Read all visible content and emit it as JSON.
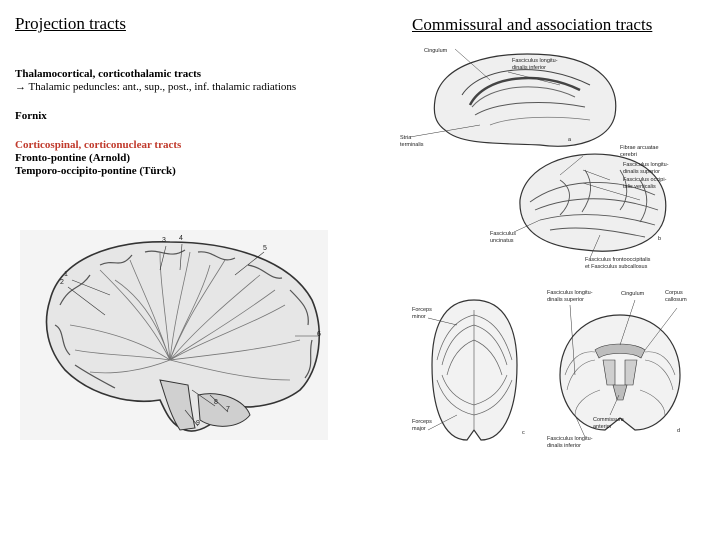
{
  "left": {
    "title": "Projection tracts",
    "line1": "Thalamocortical, corticothalamic tracts",
    "line2": "→ Thalamic peduncles:  ant., sup., post., inf. thalamic radiations",
    "line3": "Fornix",
    "line4": "Corticospinal, corticonuclear tracts",
    "line5": "Fronto-pontine (Arnold)",
    "line6": "Temporo-occipito-pontine (Türck)",
    "figure_numbers": [
      "1",
      "2",
      "3",
      "4",
      "5",
      "6",
      "7",
      "8",
      "9"
    ]
  },
  "right": {
    "title": "Commissural and association tracts",
    "panel_a": {
      "cingulum": "Cingulum",
      "fli": [
        "Fasciculus longitu-",
        "dinalis inferior"
      ],
      "stria": [
        "Stria",
        "terminalis"
      ],
      "letter": "a"
    },
    "panel_b": {
      "arcuate": [
        "Fibrae arcuatae",
        "cerebri"
      ],
      "fls": [
        "Fasciculus longitu-",
        "dinalis superior"
      ],
      "occipital": [
        "Fasciculus occipi-",
        "talis verticalis"
      ],
      "uncinatus": [
        "Fasciculus",
        "uncinatus"
      ],
      "frontooccipital": [
        "Fasciculus frontooccipitalis",
        "et Fasciculus subcallosus"
      ],
      "letter": "b"
    },
    "panel_c": {
      "minor": [
        "Forceps",
        "minor"
      ],
      "major": [
        "Forceps",
        "major"
      ],
      "letter": "c"
    },
    "panel_d": {
      "fls": [
        "Fasciculus longitu-",
        "dinalis superior"
      ],
      "cingulum": "Cingulum",
      "corpus": [
        "Corpus",
        "callosum"
      ],
      "commissura": [
        "Commissura",
        "anterior"
      ],
      "fli": [
        "Fasciculus longitu-",
        "dinalis inferior"
      ],
      "letter": "d"
    }
  }
}
